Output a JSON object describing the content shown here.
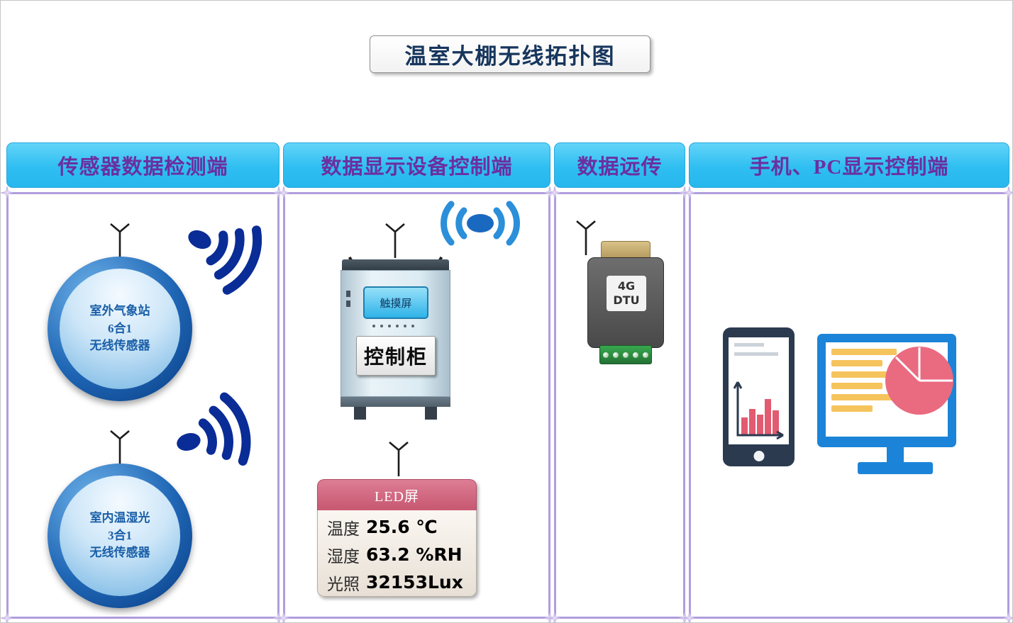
{
  "title": "温室大棚无线拓扑图",
  "headers": {
    "sensor": "传感器数据检测端",
    "display": "数据显示设备控制端",
    "transmit": "数据远传",
    "client": "手机、PC显示控制端"
  },
  "sensors": {
    "outdoor": {
      "line1": "室外气象站",
      "line2": "6合1",
      "line3": "无线传感器"
    },
    "indoor": {
      "line1": "室内温湿光",
      "line2": "3合1",
      "line3": "无线传感器"
    }
  },
  "cabinet": {
    "screen": "触摸屏",
    "label": "控制柜"
  },
  "dtu": {
    "line1": "4G",
    "line2": "DTU"
  },
  "led": {
    "title": "LED屏",
    "rows": [
      {
        "label": "温度",
        "value": "25.6 ℃"
      },
      {
        "label": "湿度",
        "value": "63.2 %RH"
      },
      {
        "label": "光照",
        "value": "32153Lux"
      }
    ]
  },
  "colors": {
    "header_bg": "#2fbef1",
    "header_text": "#6b2fa0",
    "panel_border": "#b09ddd",
    "title_text": "#17365d",
    "signal_navy": "#0a2c96",
    "broadcast_blue": "#2b8fd9",
    "led_header_bg": "#c95a74",
    "sensor_text": "#1a5fa8",
    "monitor_blue": "#1b84d8",
    "phone_dark": "#2b3a4f",
    "bar_red": "#e25b70",
    "list_yellow": "#f6c45c",
    "pie_pink": "#ea6a80",
    "dtu_green": "#2e8b42",
    "dtu_tan": "#c7ad72"
  }
}
